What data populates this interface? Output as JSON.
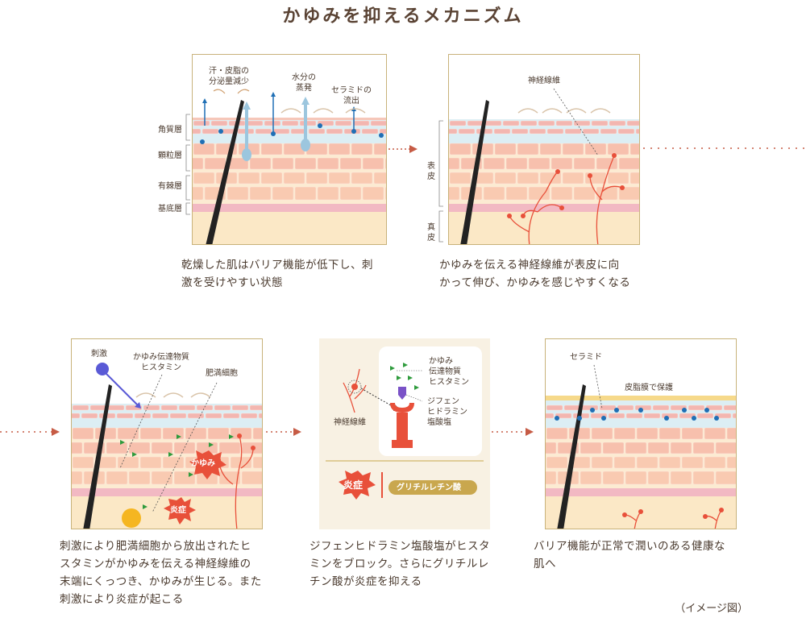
{
  "title": "かゆみを抑えるメカニズム",
  "panel1": {
    "labels": {
      "sweat": "汗・皮脂の\n分泌量減少",
      "water": "水分の\n蒸発",
      "ceramide": "セラミドの\n流出"
    },
    "layers": [
      "角質層",
      "顆粒層",
      "有棘層",
      "基底層"
    ],
    "caption": "乾燥した肌はバリア機能が低下し、刺\n激を受けやすい状態"
  },
  "panel2": {
    "nerve_label": "神経線維",
    "epidermis_label": "表\n皮",
    "dermis_label": "真\n皮",
    "caption": "かゆみを伝える神経線維が表皮に向\nかって伸び、かゆみを感じやすくなる"
  },
  "panel3": {
    "stimulus": "刺激",
    "mediator": "かゆみ伝達物質\nヒスタミン",
    "mast_cell": "肥満細胞",
    "itch": "かゆみ",
    "inflammation": "炎症",
    "caption": "刺激により肥満細胞から放出されたヒ\nスタミンがかゆみを伝える神経線維の\n末端にくっつき、かゆみが生じる。また\n刺激により炎症が起こる"
  },
  "panel4": {
    "nerve": "神経線維",
    "mediator": "かゆみ\n伝達物質\nヒスタミン",
    "drug": "ジフェン\nヒドラミン\n塩酸塩",
    "inflammation": "炎症",
    "glycyrrhizic": "グリチルレチン酸",
    "caption": "ジフェンヒドラミン塩酸塩がヒスタ\nミンをブロック。さらにグリチルレ\nチン酸が炎症を抑える"
  },
  "panel5": {
    "ceramide": "セラミド",
    "sebum": "皮脂膜で保護",
    "caption": "バリア機能が正常で潤いのある健康な\n肌へ"
  },
  "note": "（イメージ図）",
  "colors": {
    "frame": "#c8b27a",
    "cell": "#f7c0ad",
    "accent_red": "#e8503a",
    "blue": "#1f6fb5",
    "gold": "#c9a74e"
  }
}
